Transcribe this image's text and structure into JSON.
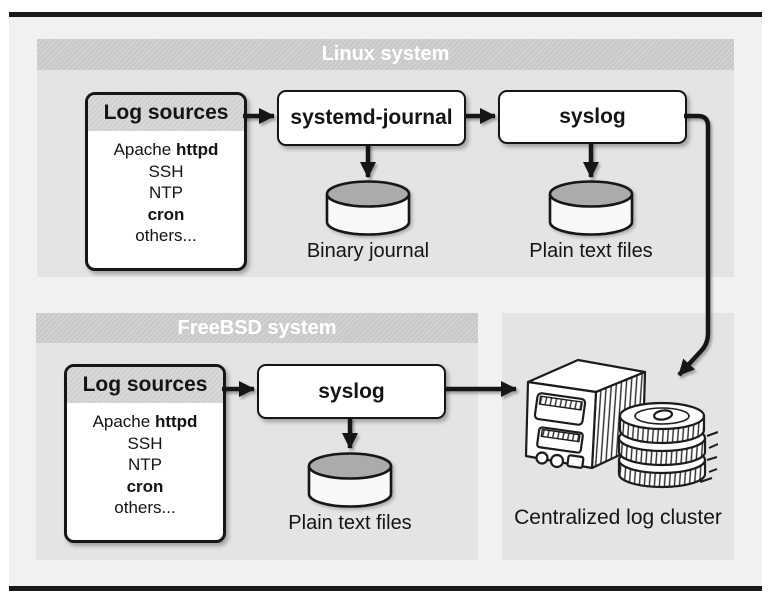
{
  "linux": {
    "title": "Linux system",
    "log_sources_header": "Log sources",
    "journal_box": "systemd-journal",
    "syslog_box": "syslog",
    "journal_store": "Binary journal",
    "syslog_store": "Plain text files"
  },
  "freebsd": {
    "title": "FreeBSD system",
    "log_sources_header": "Log sources",
    "syslog_box": "syslog",
    "syslog_store": "Plain text files"
  },
  "cluster": {
    "label": "Centralized log cluster"
  },
  "log_source_items": [
    [
      {
        "t": "Apache ",
        "b": false
      },
      {
        "t": "httpd",
        "b": true
      }
    ],
    [
      {
        "t": "SSH",
        "b": false
      }
    ],
    [
      {
        "t": "NTP",
        "b": false
      }
    ],
    [
      {
        "t": "cron",
        "b": true
      }
    ],
    [
      {
        "t": "others...",
        "b": false
      }
    ]
  ],
  "colors": {
    "figure_bg": "#f1f1f0",
    "panel_body": "#e4e4e3",
    "panel_header": "#c9c9c8",
    "box_header": "#d0d0cf",
    "cylinder_top": "#ababab",
    "ink": "#161616"
  }
}
